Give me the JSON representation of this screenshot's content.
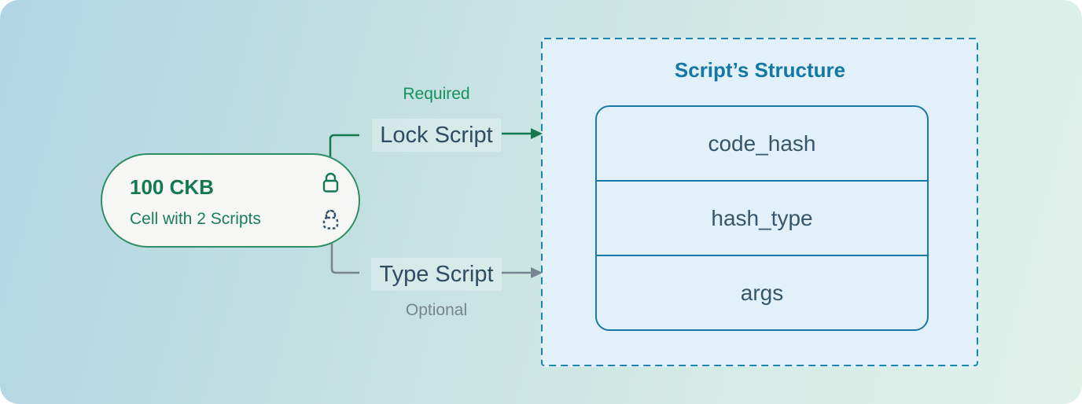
{
  "cell": {
    "amount": "100 CKB",
    "subtitle": "Cell with 2 Scripts",
    "icons": [
      "lock-solid",
      "lock-dashed"
    ]
  },
  "lock_script": {
    "annotation": "Required",
    "label": "Lock Script"
  },
  "type_script": {
    "label": "Type Script",
    "annotation": "Optional"
  },
  "structure_box": {
    "title": "Script’s Structure",
    "fields": [
      "code_hash",
      "hash_type",
      "args"
    ]
  },
  "colors": {
    "green_accent": "#15794f",
    "green_border": "#2f8f63",
    "slate_text": "#2e4d63",
    "blue_accent": "#1478a5",
    "blue_dashed_border": "#1b86ad",
    "gray_accent": "#76858f",
    "box_fill": "#e2f0fa",
    "pill_fill": "#f6f7f5",
    "navy_dashed_lock": "#32506b"
  }
}
